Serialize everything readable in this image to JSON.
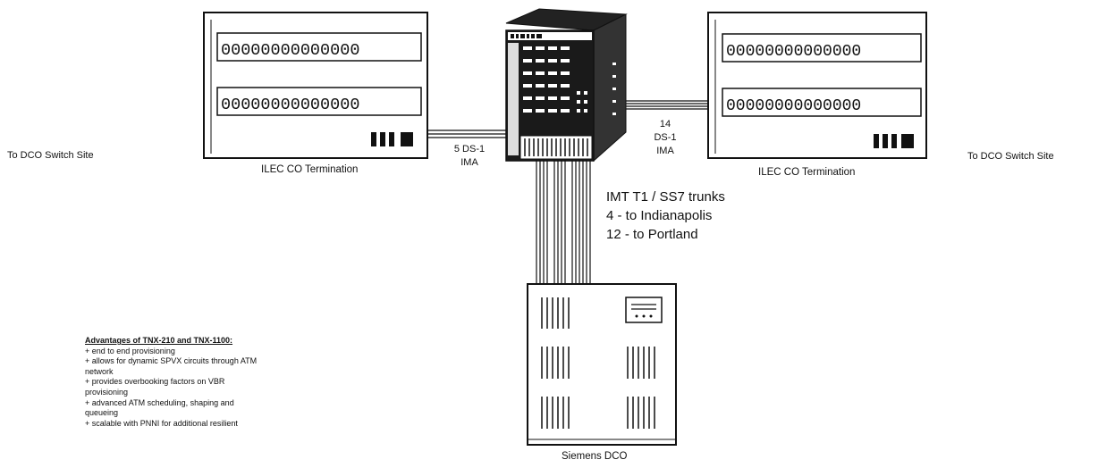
{
  "labels": {
    "left_site": "To DCO Switch Site",
    "right_site": "To DCO Switch Site",
    "left_termination": "ILEC CO Termination",
    "right_termination": "ILEC CO Termination",
    "left_link": [
      "5 DS-1",
      "IMA"
    ],
    "right_link": [
      "14",
      "DS-1",
      "IMA"
    ],
    "trunks": [
      "IMT T1 / SS7 trunks",
      "4 - to Indianapolis",
      "12 - to Portland"
    ],
    "dco": "Siemens DCO"
  },
  "panels": {
    "digits": "00000000000000"
  },
  "advantages": {
    "heading": "Advantages of TNX-210 and TNX-1100:",
    "items": [
      "+ end to end provisioning",
      "+ allows for dynamic SPVX circuits through ATM network",
      "+ provides overbooking factors on VBR provisioning",
      "+ advanced ATM scheduling, shaping and queueing",
      "+ scalable with PNNI for additional resilient"
    ]
  }
}
